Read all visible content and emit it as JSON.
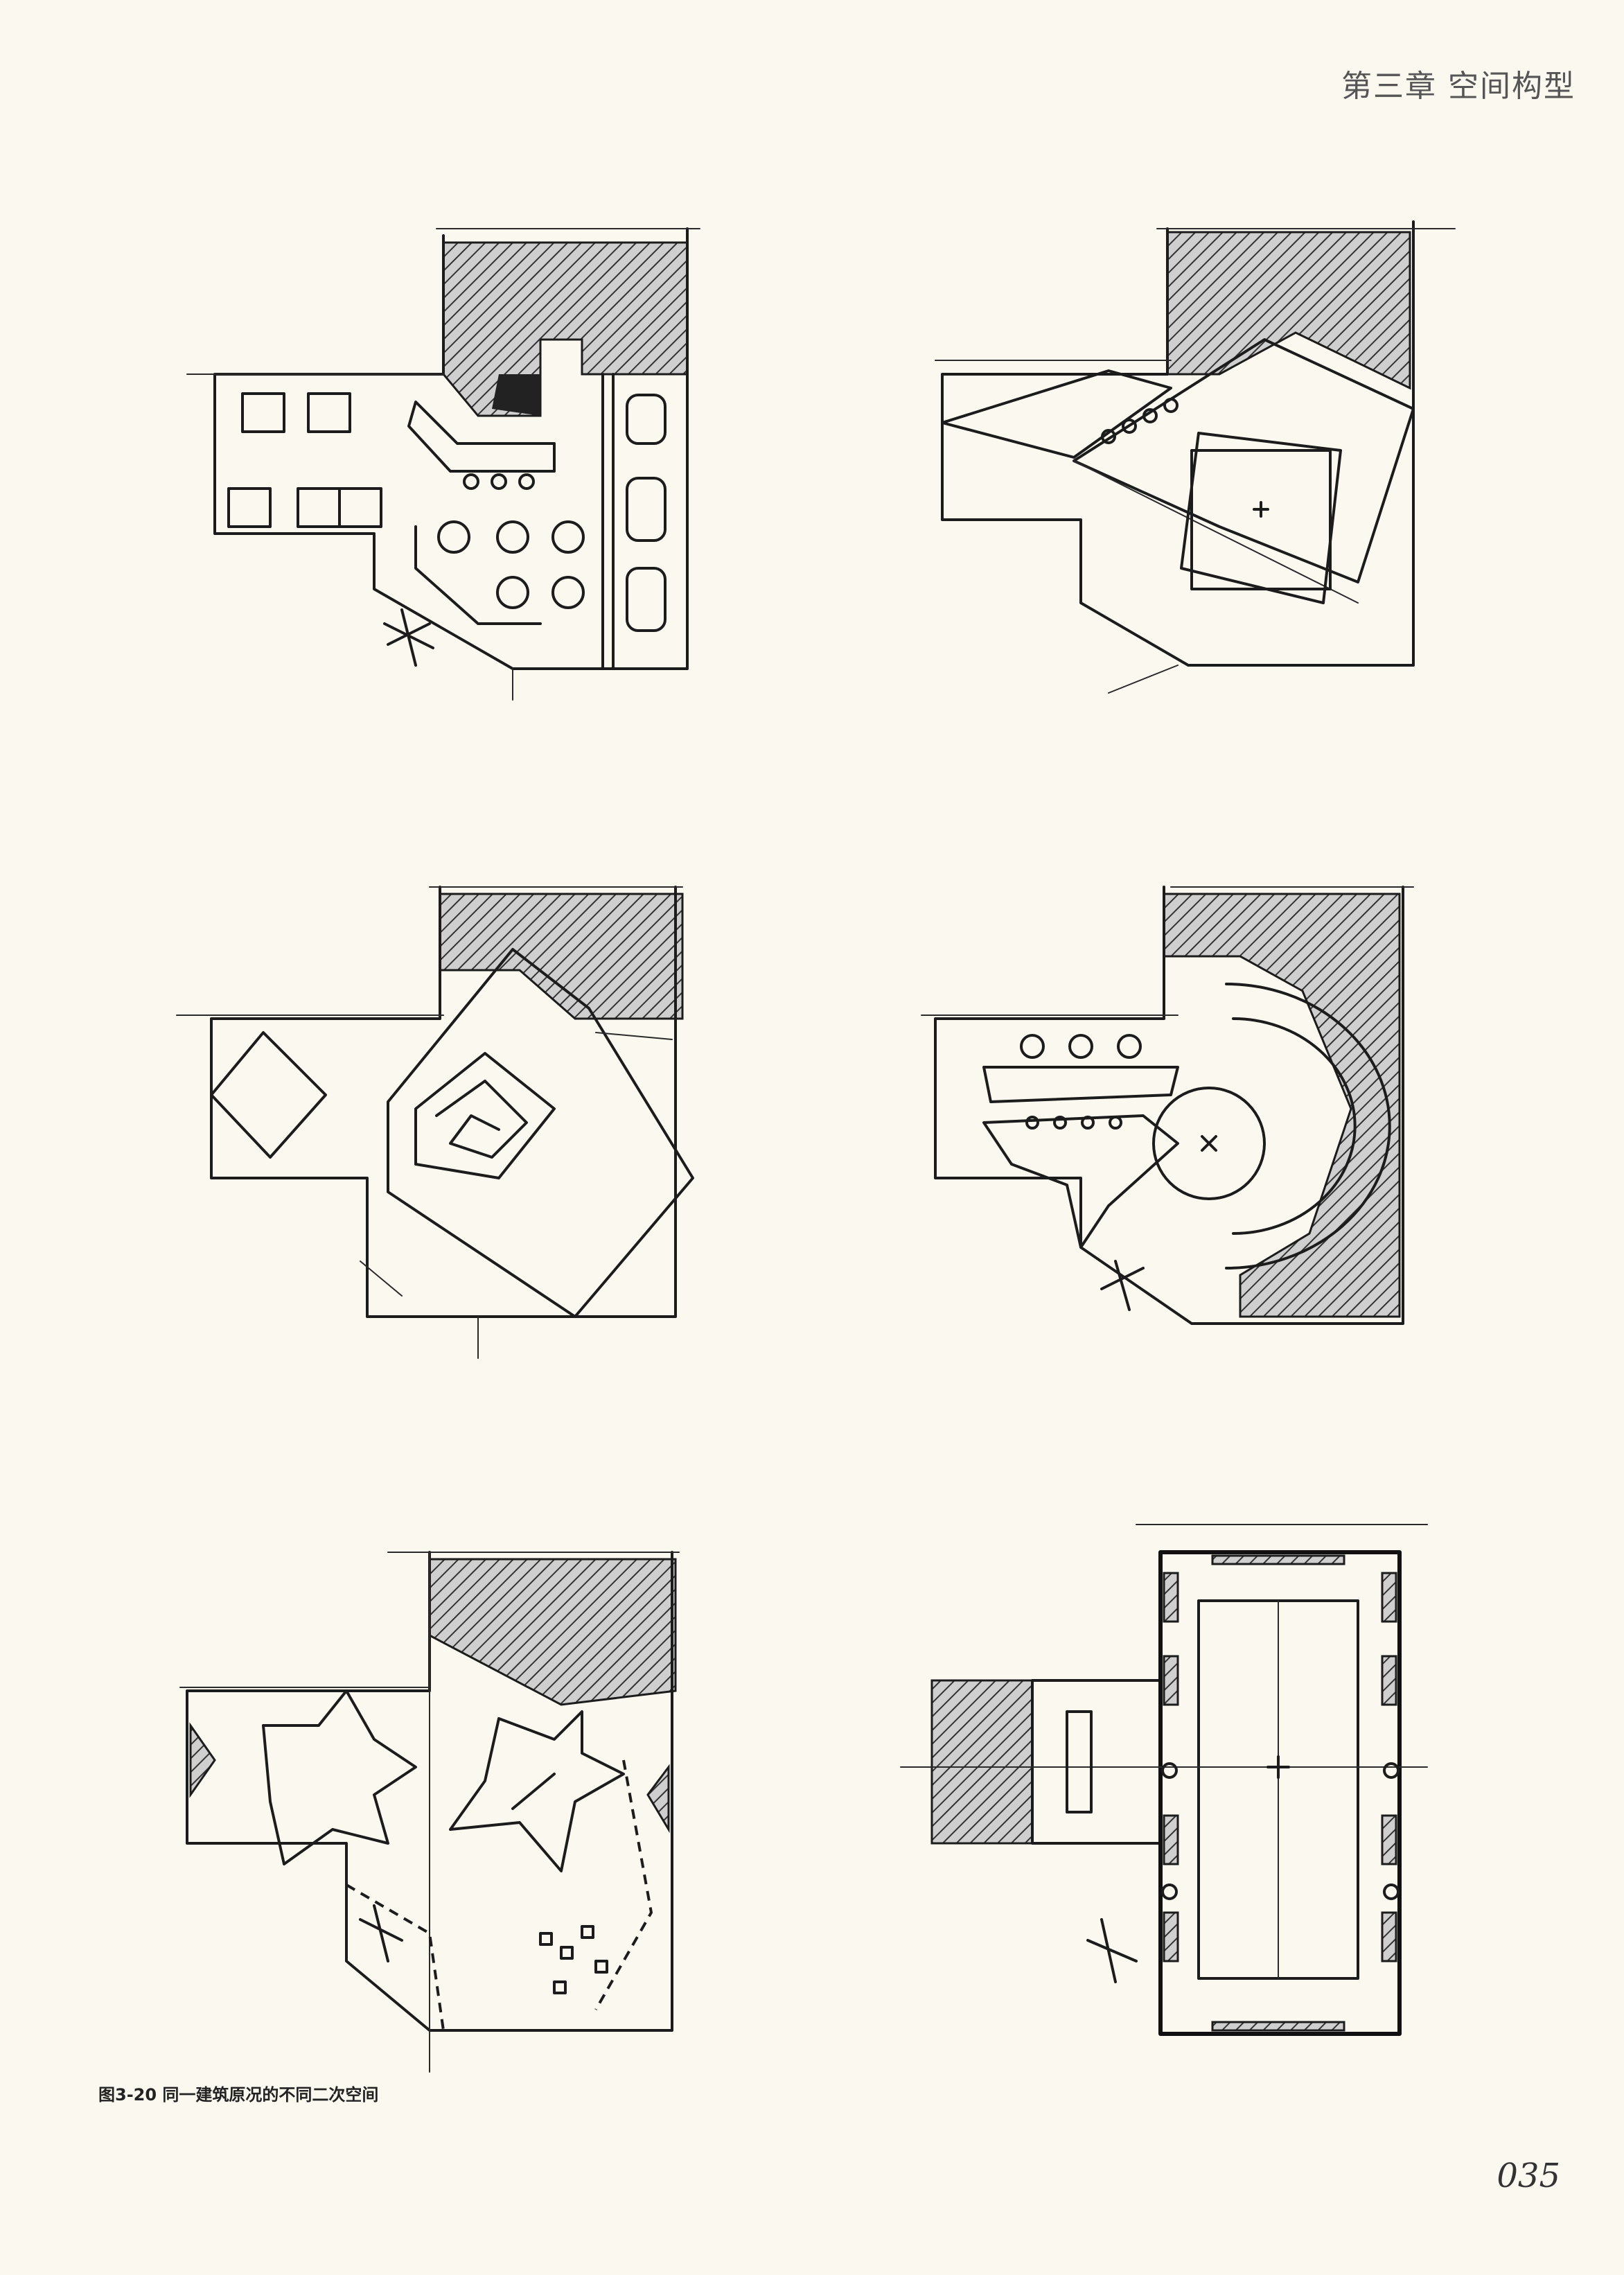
{
  "header": {
    "chapter": "第三章  空间构型"
  },
  "figure": {
    "caption": "图3-20 同一建筑原况的不同二次空间"
  },
  "footer": {
    "page_number": "035"
  }
}
